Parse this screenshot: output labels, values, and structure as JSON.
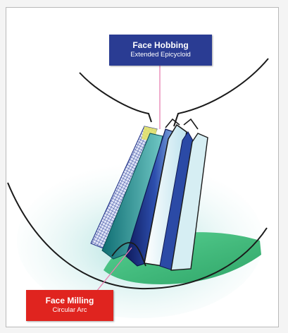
{
  "labels": {
    "hobbing": {
      "title": "Face Hobbing",
      "subtitle": "Extended Epicycloid",
      "color": "#2a3c93"
    },
    "milling": {
      "title": "Face Milling",
      "subtitle": "Circular Arc",
      "color": "#e0241f"
    }
  },
  "colors": {
    "outline": "#1a1a1a",
    "tooth_dark": "#12206b",
    "tooth_mid": "#2f57b8",
    "tooth_teal": "#1f8a8a",
    "tooth_light": "#cfe7ef",
    "fillet_green": "#2fb26e",
    "mesh_grid": "#3d4fa3",
    "leader_pink": "#e87fb0"
  }
}
